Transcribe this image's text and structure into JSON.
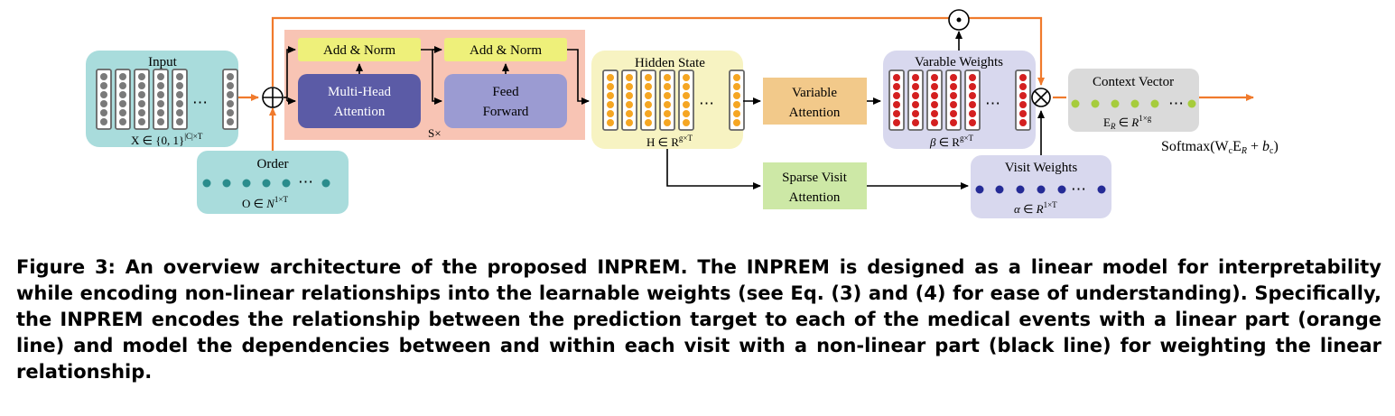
{
  "diagram": {
    "input": {
      "title": "Input",
      "formula": "X ∈ {0, 1}",
      "formula_sup": "|C|×T",
      "ellipsis": "⋯"
    },
    "order": {
      "title": "Order",
      "formula": "O ∈ ",
      "formula_italic": "N",
      "formula_sup": "1×T",
      "ellipsis": "⋯"
    },
    "transformer": {
      "add_norm_1": "Add & Norm",
      "add_norm_2": "Add & Norm",
      "multi_head_line1": "Multi-Head",
      "multi_head_line2": "Attention",
      "feed_forward_line1": "Feed",
      "feed_forward_line2": "Forward",
      "repeat_label": "S×"
    },
    "hidden_state": {
      "title": "Hidden State",
      "formula": "H ∈ R",
      "formula_sup": "g×T",
      "ellipsis": "⋯"
    },
    "variable_attention": {
      "line1": "Variable",
      "line2": "Attention"
    },
    "sparse_visit_attention": {
      "line1": "Sparse Visit",
      "line2": "Attention"
    },
    "variable_weights": {
      "title": "Varable Weights",
      "formula_greek": "β",
      "formula": " ∈ R",
      "formula_sup": "g×T",
      "ellipsis": "⋯"
    },
    "visit_weights": {
      "title": "Visit Weights",
      "formula_greek": "α",
      "formula": " ∈ ",
      "formula_italic": "R",
      "formula_sup": "1×T",
      "ellipsis": "⋯"
    },
    "context_vector": {
      "title": "Context Vector",
      "formula": "E",
      "formula_sub": "R",
      "formula_mid": " ∈ ",
      "formula_italic": "R",
      "formula_sup": "1×g",
      "ellipsis": "⋯"
    },
    "softmax": {
      "text": "Softmax(W",
      "sub_c": "c",
      "mid": "E",
      "sub_r": "R",
      "plus": " + ",
      "b": "b",
      "sub_c2": "c",
      "close": ")"
    },
    "colors": {
      "linear_path": "#f07a2c",
      "nonlinear_path": "#000000",
      "input_bg": "#a9dcdc",
      "transformer_bg": "#f8c4b4",
      "add_norm_bg": "#eef07a",
      "multi_head_bg": "#5b5ba6",
      "feed_forward_bg": "#9b9bd2",
      "hidden_bg": "#f7f3c2",
      "variable_attention_bg": "#f2c98a",
      "sparse_attention_bg": "#cde8a6",
      "weights_bg": "#d8d8ee",
      "context_bg": "#dadada",
      "input_dot": "#7a7a7a",
      "order_dot": "#2a8c8c",
      "hidden_dot": "#f5a623",
      "variable_dot": "#d42020",
      "visit_dot": "#252b96",
      "context_dot": "#a6cc3c"
    }
  },
  "caption": {
    "text": "Figure 3: An overview architecture of the proposed INPREM. The INPREM is designed as a linear model for interpretability while encoding non-linear relationships into the learnable weights (see Eq. (3) and (4) for ease of understanding). Specifically, the INPREM encodes the relationship between the prediction target to each of the medical events with a linear part (orange line) and model the dependencies between and within each visit with a non-linear part (black line) for weighting the linear relationship."
  }
}
